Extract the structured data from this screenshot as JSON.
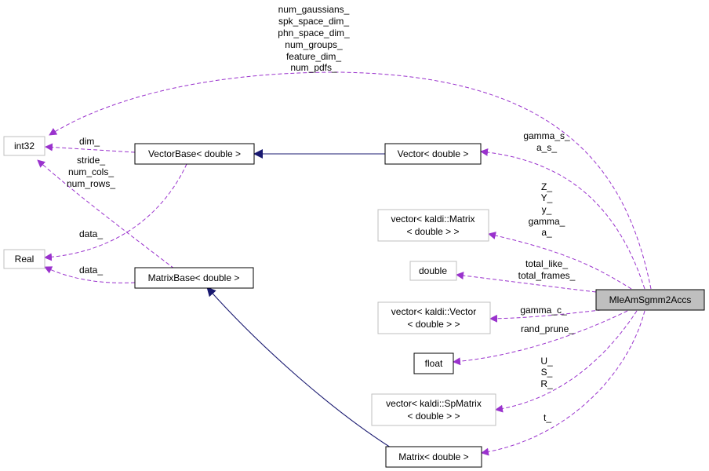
{
  "colors": {
    "dashed_edge": "#9a32cd",
    "inherit_edge": "#191970",
    "node_border_strong": "#000000",
    "node_border_light": "#bfbfbf",
    "focus_fill": "#bfbfbf"
  },
  "nodes": {
    "int32": "int32",
    "real": "Real",
    "vectorbase": "VectorBase< double >",
    "matrixbase": "MatrixBase< double >",
    "vector_double": "Vector< double >",
    "vec_matrix_l1": "vector< kaldi::Matrix",
    "vec_matrix_l2": "< double > >",
    "double": "double",
    "vec_vector_l1": "vector< kaldi::Vector",
    "vec_vector_l2": "< double > >",
    "float": "float",
    "vec_spmatrix_l1": "vector< kaldi::SpMatrix",
    "vec_spmatrix_l2": "< double > >",
    "matrix_double": "Matrix< double >",
    "focus": "MleAmSgmm2Accs"
  },
  "labels": {
    "top_group": [
      "num_gaussians_",
      "spk_space_dim_",
      "phn_space_dim_",
      "num_groups_",
      "feature_dim_",
      "num_pdfs_"
    ],
    "dim": "dim_",
    "stride_group": [
      "stride_",
      "num_cols_",
      "num_rows_"
    ],
    "data_vec": "data_",
    "data_mat": "data_",
    "gamma_a_group": [
      "gamma_s_",
      "a_s_"
    ],
    "zy_group": [
      "Z_",
      "Y_",
      "y_",
      "gamma_",
      "a_"
    ],
    "total_group": [
      "total_like_",
      "total_frames_"
    ],
    "gamma_c": "gamma_c_",
    "rand_prune": "rand_prune_",
    "usr_group": [
      "U_",
      "S_",
      "R_"
    ],
    "t": "t_"
  }
}
